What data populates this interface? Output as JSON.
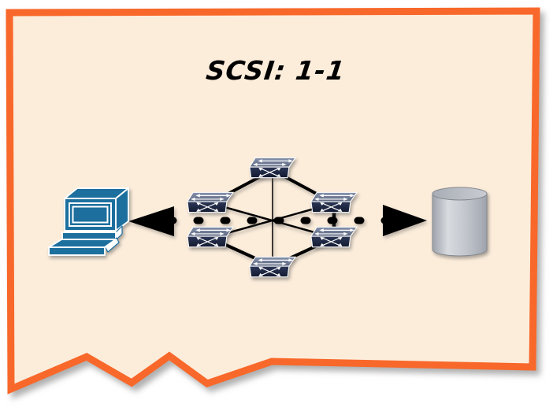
{
  "title": {
    "text": "SCSI: 1-1"
  },
  "colors": {
    "page_background": "#FFFFFF",
    "frame_border": "#F8682A",
    "frame_fill": "#FCEDDB",
    "title_color": "#000000",
    "path_color": "#000000",
    "host_color": "#1D6F9E",
    "switch_top_face": "#76829C",
    "switch_front_face": "#1E2944",
    "switch_outline": "#FFFFFF",
    "storage_light": "#D8DBDF",
    "storage_dark": "#9DA1AA"
  },
  "diagram": {
    "type": "network-topology",
    "description": "Host workstation connected one-to-one to a storage disk across a mesh of six switches",
    "nodes": [
      {
        "id": "host",
        "kind": "workstation-icon",
        "position": "left"
      },
      {
        "id": "storage",
        "kind": "disk-cylinder-icon",
        "position": "right"
      },
      {
        "id": "switch-top",
        "kind": "switch-icon"
      },
      {
        "id": "switch-upper-left",
        "kind": "switch-icon"
      },
      {
        "id": "switch-upper-right",
        "kind": "switch-icon"
      },
      {
        "id": "switch-lower-left",
        "kind": "switch-icon"
      },
      {
        "id": "switch-lower-right",
        "kind": "switch-icon"
      },
      {
        "id": "switch-bottom",
        "kind": "switch-icon"
      }
    ],
    "links": [
      {
        "from": "switch-top",
        "to": "switch-upper-left"
      },
      {
        "from": "switch-top",
        "to": "switch-upper-right"
      },
      {
        "from": "switch-top",
        "to": "switch-bottom"
      },
      {
        "from": "switch-upper-left",
        "to": "switch-lower-right"
      },
      {
        "from": "switch-upper-right",
        "to": "switch-lower-left"
      },
      {
        "from": "switch-lower-left",
        "to": "switch-bottom"
      },
      {
        "from": "switch-lower-right",
        "to": "switch-bottom"
      },
      {
        "from": "switch-upper-right",
        "to": "switch-lower-right"
      }
    ],
    "scsi_path": {
      "from": "host",
      "to": "storage",
      "style": "dashed",
      "arrowheads": "both-ends-outward"
    }
  }
}
